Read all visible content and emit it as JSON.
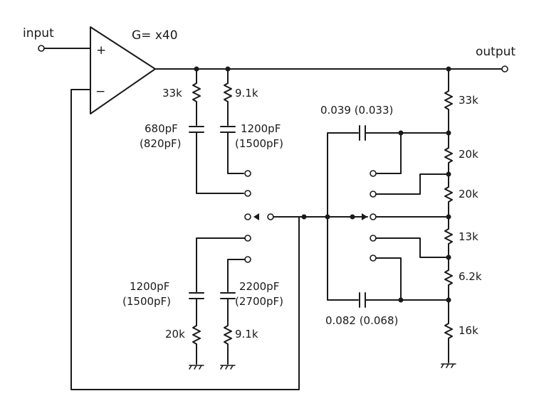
{
  "amp": {
    "gain": "G= x40",
    "plus": "+",
    "minus": "−"
  },
  "io": {
    "input": "input",
    "output": "output"
  },
  "upper_left": {
    "r1": "33k",
    "r2": "9.1k",
    "c1": "680pF",
    "c1_alt": "(820pF)",
    "c2": "1200pF",
    "c2_alt": "(1500pF)"
  },
  "lower_left": {
    "c1": "1200pF",
    "c1_alt": "(1500pF)",
    "c2": "2200pF",
    "c2_alt": "(2700pF)",
    "r1": "20k",
    "r2": "9.1k"
  },
  "right_chain": {
    "r1": "33k",
    "r2": "20k",
    "r3": "20k",
    "r4": "13k",
    "r5": "6.2k",
    "r6": "16k"
  },
  "right_caps": {
    "top": "0.039 (0.033)",
    "bottom": "0.082 (0.068)"
  }
}
